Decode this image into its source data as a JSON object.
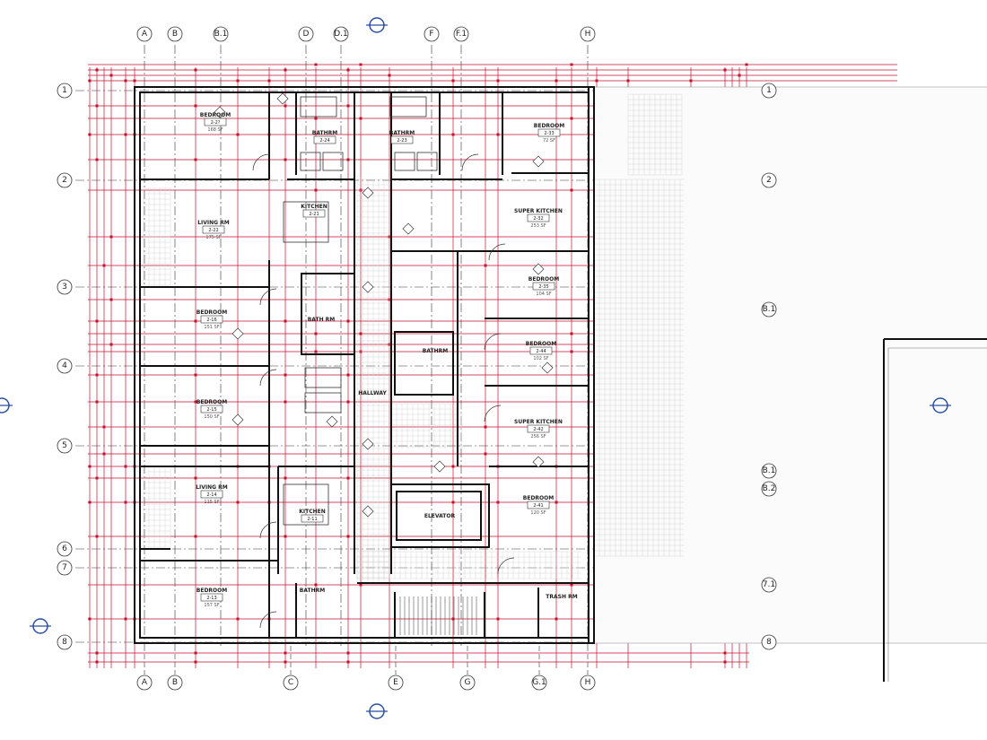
{
  "grid": {
    "top": [
      "A",
      "B",
      "B.1",
      "D",
      "D.1",
      "F",
      "F.1",
      "H"
    ],
    "bottom": [
      "A",
      "B",
      "C",
      "E",
      "G",
      "G.1",
      "H"
    ],
    "left": [
      "1",
      "2",
      "3",
      "4",
      "5",
      "6",
      "7",
      "8"
    ],
    "right": [
      "1",
      "2",
      "B.1",
      "B.1",
      "B.2",
      "7.1",
      "8"
    ]
  },
  "rooms": [
    {
      "name": "BEDROOM",
      "number": "2-2?",
      "area": "168 SF"
    },
    {
      "name": "BATHRM",
      "number": "2-24",
      "area": ""
    },
    {
      "name": "BATHRM",
      "number": "2-23",
      "area": ""
    },
    {
      "name": "BEDROOM",
      "number": "2-33",
      "area": "72 SF"
    },
    {
      "name": "LIVING RM",
      "number": "2-22",
      "area": "175 SF"
    },
    {
      "name": "KITCHEN",
      "number": "2-21",
      "area": ""
    },
    {
      "name": "SUPER KITCHEN",
      "number": "2-32",
      "area": "253 SF"
    },
    {
      "name": "BEDROOM",
      "number": "2-35",
      "area": "104 SF"
    },
    {
      "name": "BEDROOM",
      "number": "2-16",
      "area": "151 SF"
    },
    {
      "name": "BATH RM",
      "number": "",
      "area": ""
    },
    {
      "name": "BATHRM",
      "number": "",
      "area": ""
    },
    {
      "name": "BEDROOM",
      "number": "2-44",
      "area": "102 SF"
    },
    {
      "name": "HALLWAY",
      "number": "",
      "area": ""
    },
    {
      "name": "BEDROOM",
      "number": "2-15",
      "area": "150 SF"
    },
    {
      "name": "SUPER KITCHEN",
      "number": "2-42",
      "area": "256 SF"
    },
    {
      "name": "LIVING RM",
      "number": "2-14",
      "area": "115 SF"
    },
    {
      "name": "KITCHEN",
      "number": "2-11",
      "area": ""
    },
    {
      "name": "BEDROOM",
      "number": "2-41",
      "area": "120 SF"
    },
    {
      "name": "ELEVATOR",
      "number": "",
      "area": ""
    },
    {
      "name": "BATHRM",
      "number": "",
      "area": ""
    },
    {
      "name": "BEDROOM",
      "number": "2-13",
      "area": "157 SF"
    },
    {
      "name": "TRASH RM",
      "number": "",
      "area": ""
    }
  ],
  "colors": {
    "dimension": "#c8102e",
    "wall": "#111111",
    "grid": "#333333",
    "section_marker": "#2a4fa0"
  }
}
